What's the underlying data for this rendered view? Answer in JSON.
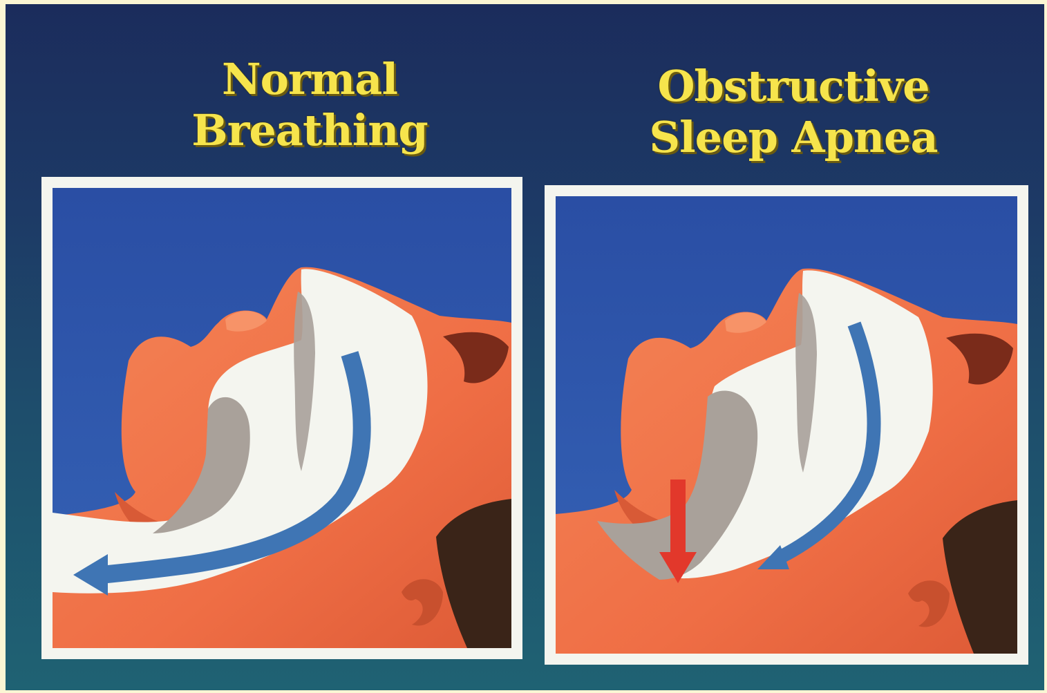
{
  "panels": [
    {
      "id": "normal",
      "title_lines": [
        "Normal",
        "Breathing"
      ],
      "airflow_arrow_color": "#3f75b4"
    },
    {
      "id": "osa",
      "title_lines": [
        "Obstructive",
        "Sleep Apnea"
      ],
      "airflow_arrow_color": "#3f75b4",
      "obstruction_arrow_color": "#e2382b"
    }
  ],
  "colors": {
    "background_top": "#1b2c5c",
    "background_bottom": "#1f6273",
    "title": "#f6e44c",
    "panel_sky": "#2f56a8",
    "skin": "#f0764c",
    "airway": "#f4f5ef",
    "hair": "#3a2418"
  }
}
